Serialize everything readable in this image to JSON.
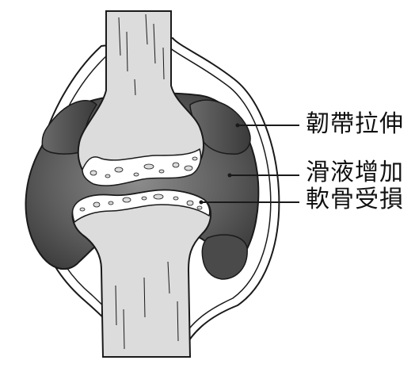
{
  "labels": {
    "ligament": "韌帶拉伸",
    "synovial_fluid": "滑液增加",
    "cartilage": "軟骨受損"
  },
  "colors": {
    "bone": "#dcdcdc",
    "synovial_fluid_dark": "#505050",
    "synovial_fluid_light": "#9a9a9a",
    "outline": "#1a1a1a",
    "capsule": "#ffffff",
    "cartilage": "#ffffff"
  }
}
